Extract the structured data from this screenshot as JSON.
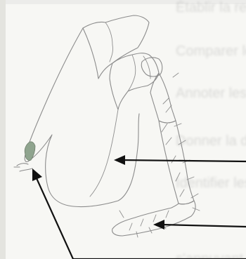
{
  "background_text": {
    "line1": "Établir la relation e",
    "line2": "Comparer les pièces",
    "line3": "Annoter les schéma",
    "line4": "Donner la définitio",
    "line5": "Identifier les organ",
    "line6": "s'appuyant sur"
  },
  "labels": {
    "label_1": "",
    "label_2": "",
    "label_3": ""
  },
  "colors": {
    "outline": "#8c8c8c",
    "arrow": "#111111",
    "claw": "#8fa48e",
    "paper": "#f7f7f4"
  }
}
